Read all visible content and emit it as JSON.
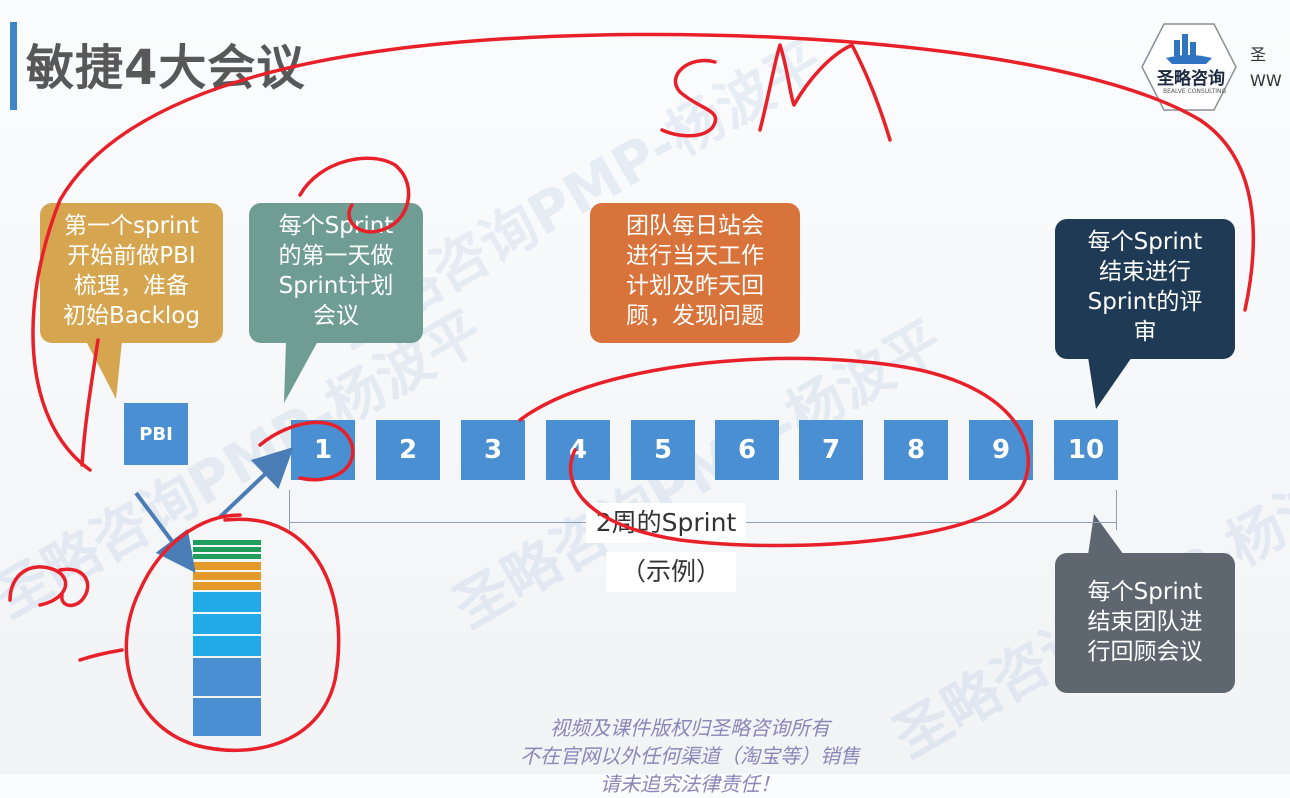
{
  "title": "敏捷4大会议",
  "logo": {
    "name": "圣略咨询",
    "sub": "BEALVE CONSULTING",
    "right_text": "圣 WW"
  },
  "bubbles": {
    "yellow": [
      "第一个sprint",
      "开始前做PBI",
      "梳理，准备",
      "初始Backlog"
    ],
    "teal": [
      "每个Sprint",
      "的第一天做",
      "Sprint计划",
      "会议"
    ],
    "orange": [
      "团队每日站会",
      "进行当天工作",
      "计划及昨天回",
      "顾，发现问题"
    ],
    "navy": [
      "每个Sprint",
      "结束进行",
      "Sprint的评",
      "审"
    ],
    "gray": [
      "每个Sprint",
      "结束团队进",
      "行回顾会议"
    ]
  },
  "pbi_label": "PBI",
  "days": [
    "1",
    "2",
    "3",
    "4",
    "5",
    "6",
    "7",
    "8",
    "9",
    "10"
  ],
  "sprint_label": "2周的Sprint",
  "sprint_sub": "（示例）",
  "copyright": [
    "视频及课件版权归圣略咨询所有",
    "不在官网以外任何渠道（淘宝等）销售",
    "请未追究法律责任！"
  ],
  "watermark": "圣略咨询PMP-杨波平",
  "annotations": {
    "sm": "SM",
    "po": "PO"
  },
  "colors": {
    "title_bar": "#3f86c7",
    "box_blue": "#4a8fd1",
    "yellow": "#d6a54f",
    "teal": "#6f9d94",
    "orange": "#d8743b",
    "navy": "#1f3a55",
    "gray": "#5e6770",
    "ink_red": "#e8202a",
    "stack": [
      "#1e9e5a",
      "#1e9e5a",
      "#1e9e5a",
      "#e49a2a",
      "#e49a2a",
      "#e49a2a",
      "#22aae8",
      "#22aae8",
      "#22aae8",
      "#4a8fd1",
      "#4a8fd1"
    ]
  }
}
